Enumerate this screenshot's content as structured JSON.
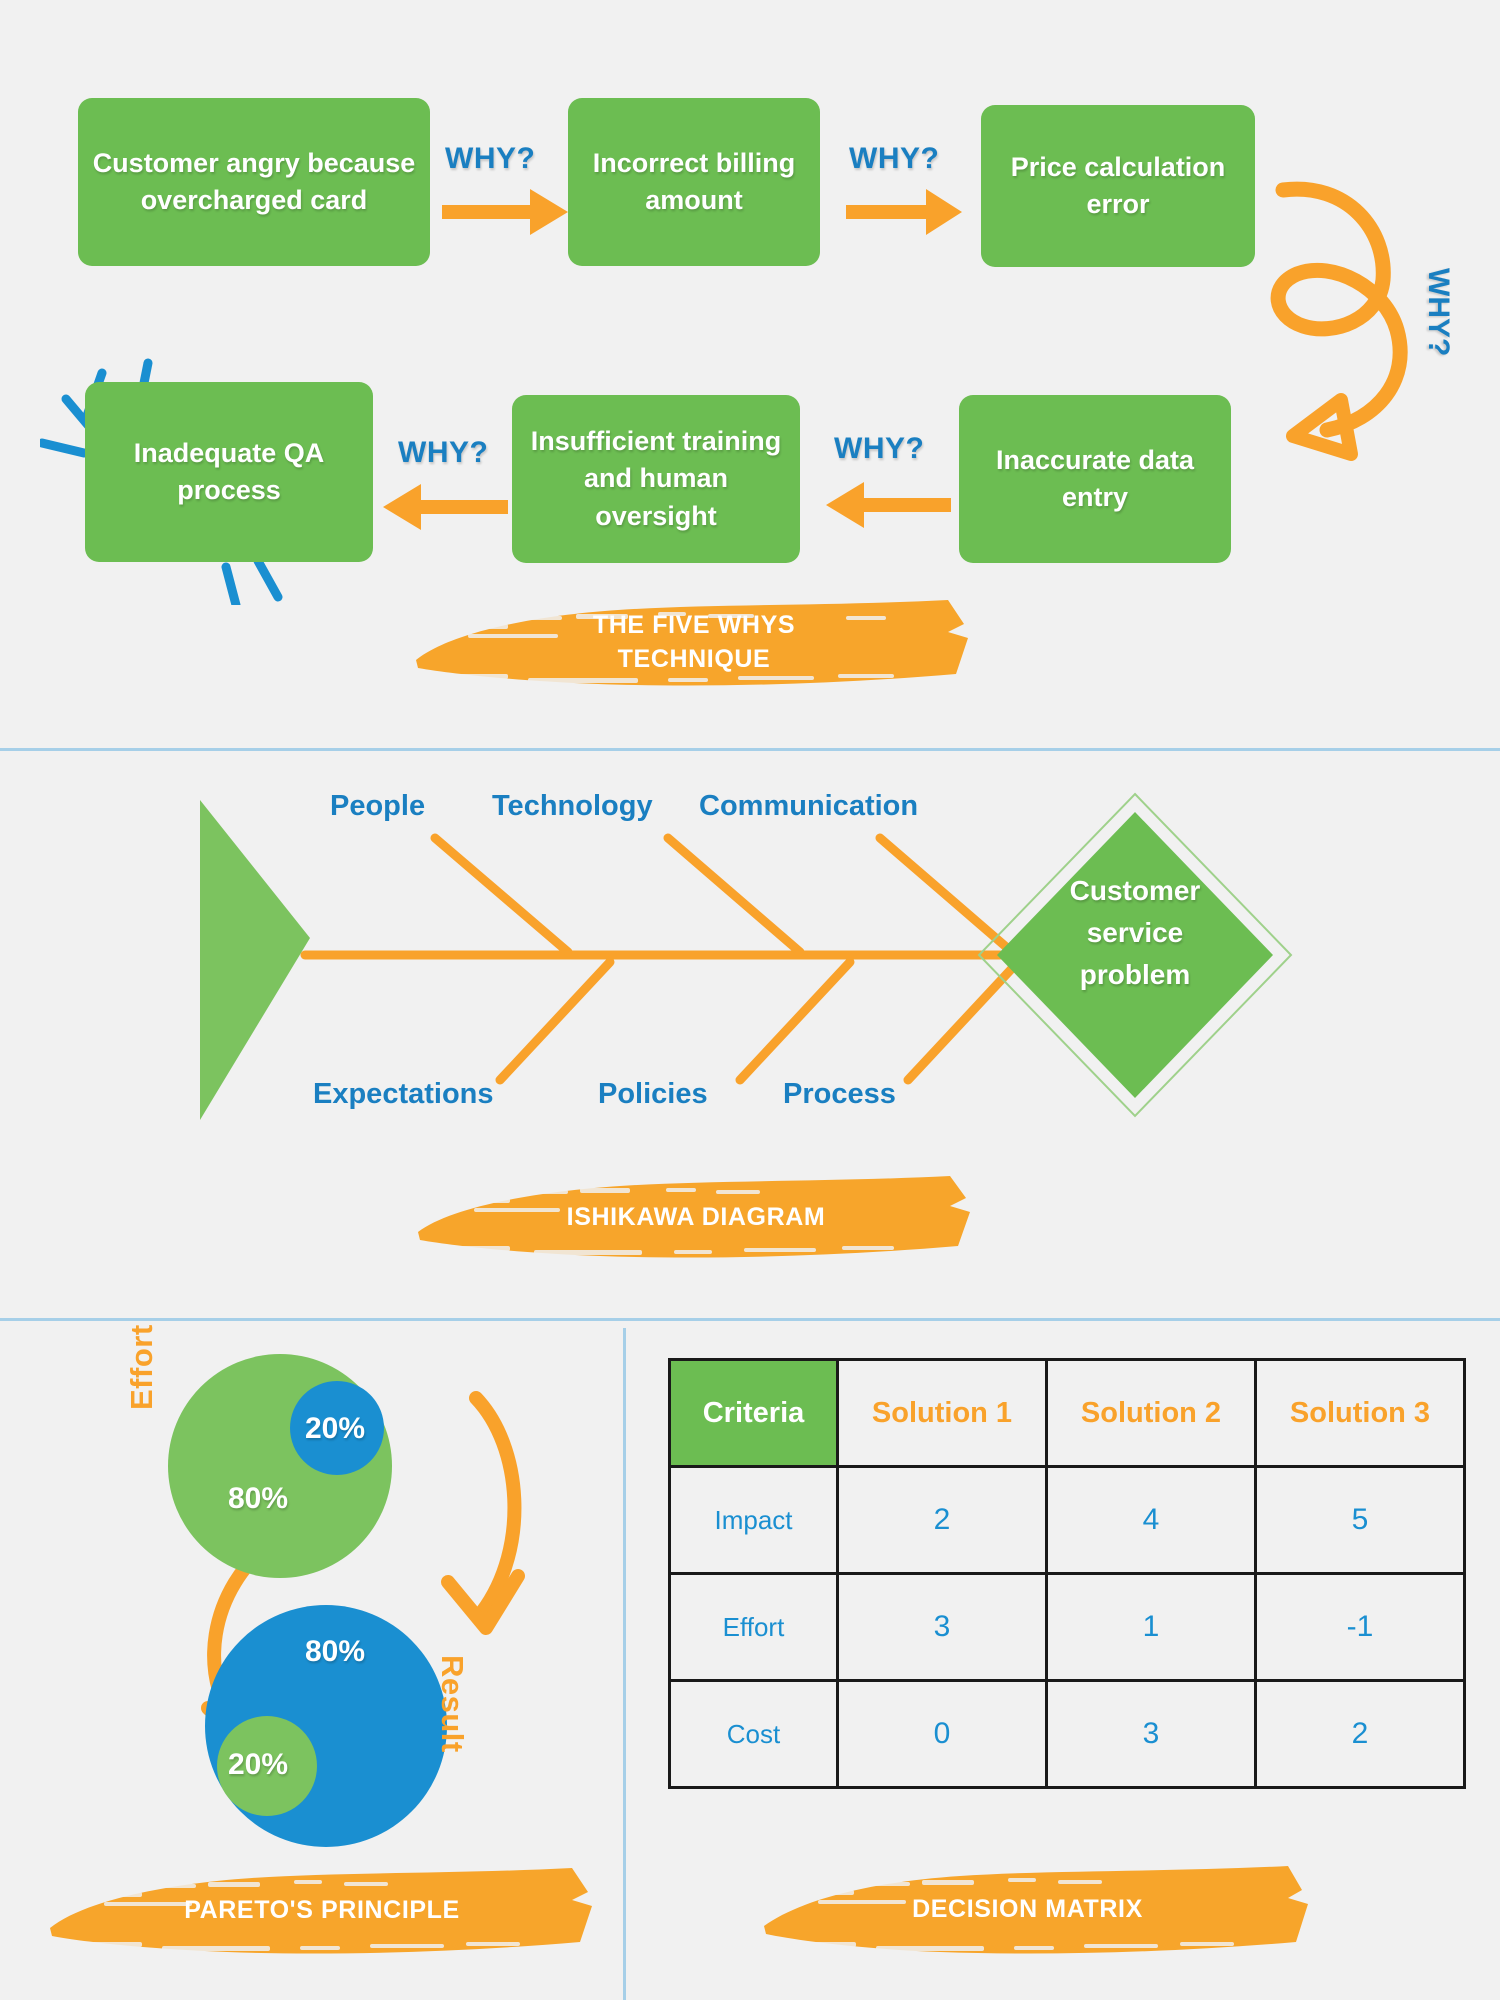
{
  "colors": {
    "background": "#f1f1f1",
    "green": "#6cbd52",
    "orange": "#f9a22b",
    "blue": "#1a7fc1",
    "blue_value": "#1a8fd1",
    "divider": "#a6cfe8",
    "table_border": "#1a1a1a"
  },
  "five_whys": {
    "banner_title_line1": "THE FIVE WHYS",
    "banner_title_line2": "TECHNIQUE",
    "connector_label": "WHY?",
    "steps": [
      {
        "id": 1,
        "text": "Customer angry because overcharged card"
      },
      {
        "id": 2,
        "text": "Incorrect billing amount"
      },
      {
        "id": 3,
        "text": "Price calculation error"
      },
      {
        "id": 4,
        "text": "Inaccurate data entry"
      },
      {
        "id": 5,
        "text": "Insufficient training and human oversight"
      },
      {
        "id": 6,
        "text": "Inadequate QA process"
      }
    ],
    "connectors": [
      {
        "label": "WHY?",
        "direction": "right"
      },
      {
        "label": "WHY?",
        "direction": "right"
      },
      {
        "label": "WHY?",
        "direction": "loop-down"
      },
      {
        "label": "WHY?",
        "direction": "left"
      },
      {
        "label": "WHY?",
        "direction": "left"
      }
    ]
  },
  "ishikawa": {
    "banner_title": "ISHIKAWA DIAGRAM",
    "head_text": "Customer service problem",
    "head_lines": [
      "Customer",
      "service",
      "problem"
    ],
    "top_causes": [
      "People",
      "Technology",
      "Communication"
    ],
    "bottom_causes": [
      "Expectations",
      "Policies",
      "Process"
    ]
  },
  "pareto": {
    "banner_title": "PARETO'S PRINCIPLE",
    "side_labels": {
      "left": "Effort",
      "right": "Result"
    },
    "effort": {
      "major": "80%",
      "minor": "20%"
    },
    "result": {
      "major": "80%",
      "minor": "20%"
    }
  },
  "decision_matrix": {
    "banner_title": "DECISION MATRIX",
    "headers": [
      "Criteria",
      "Solution 1",
      "Solution 2",
      "Solution 3"
    ],
    "rows": [
      {
        "criteria": "Impact",
        "values": [
          "2",
          "4",
          "5"
        ]
      },
      {
        "criteria": "Effort",
        "values": [
          "3",
          "1",
          "-1"
        ]
      },
      {
        "criteria": "Cost",
        "values": [
          "0",
          "3",
          "2"
        ]
      }
    ]
  },
  "chart_data": {
    "type": "table",
    "title": "DECISION MATRIX",
    "columns": [
      "Criteria",
      "Solution 1",
      "Solution 2",
      "Solution 3"
    ],
    "rows": [
      [
        "Impact",
        2,
        4,
        5
      ],
      [
        "Effort",
        3,
        1,
        -1
      ],
      [
        "Cost",
        0,
        3,
        2
      ]
    ]
  }
}
